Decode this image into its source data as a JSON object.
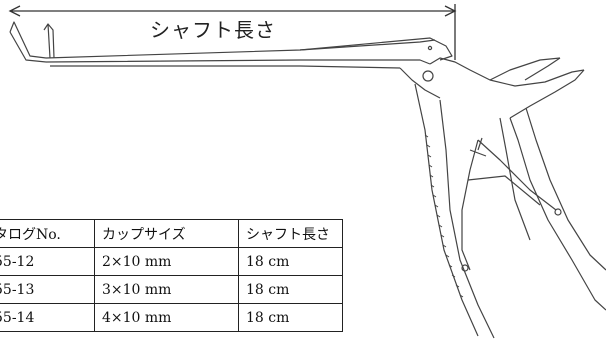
{
  "dimension_label": "シャフト長さ",
  "table": {
    "headers": [
      "タログNo.",
      "カップサイズ",
      "シャフト長さ"
    ],
    "rows": [
      [
        "55-12",
        "2×10 mm",
        "18 cm"
      ],
      [
        "55-13",
        "3×10 mm",
        "18 cm"
      ],
      [
        "55-14",
        "4×10 mm",
        "18 cm"
      ]
    ]
  }
}
